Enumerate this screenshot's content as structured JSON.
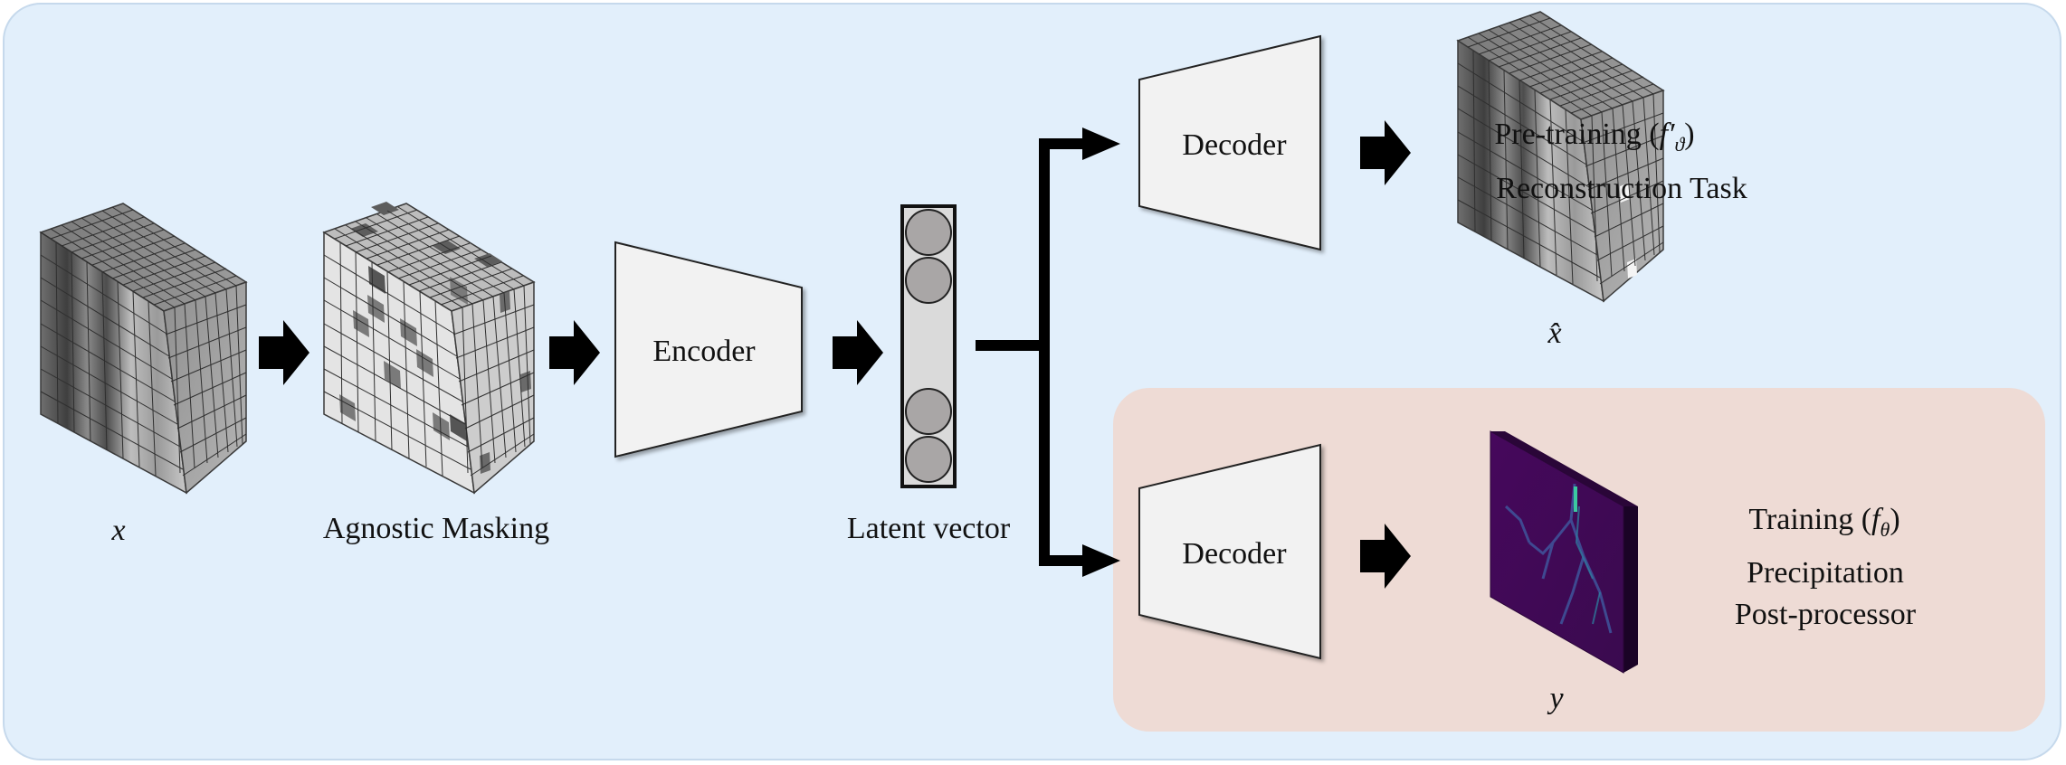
{
  "labels": {
    "input_symbol": "x",
    "masking": "Agnostic Masking",
    "encoder": "Encoder",
    "latent": "Latent vector",
    "decoder_top": "Decoder",
    "decoder_bottom": "Decoder",
    "recon_symbol": "x̂",
    "output_symbol": "y"
  },
  "pretraining": {
    "title": "Pre-training (",
    "func": "f′",
    "sub": "ϑ",
    "close": ")",
    "task": "Reconstruction Task"
  },
  "training": {
    "title": "Training (",
    "func": "f",
    "sub": "θ",
    "close": ")",
    "line1": "Precipitation",
    "line2": "Post-processor"
  },
  "colors": {
    "panel_bg": "#e2effb",
    "training_bg": "#eedbd5",
    "block_fill": "#f2f2f2",
    "heatmap_bg": "#440154",
    "heatmap_highlight": "#3bc9a0"
  }
}
